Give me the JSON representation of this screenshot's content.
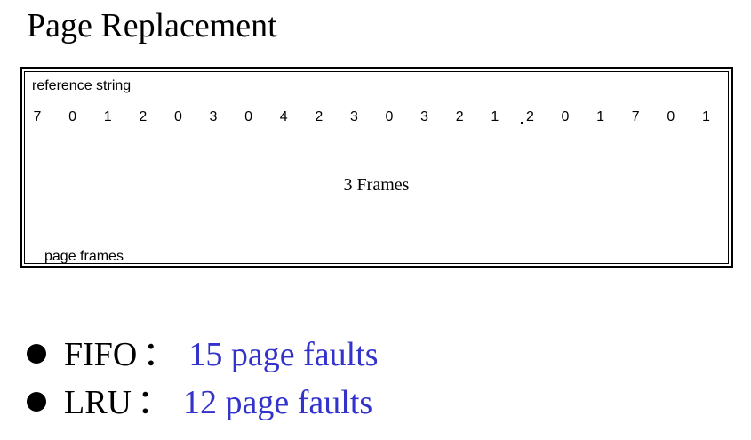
{
  "title": "Page Replacement",
  "diagram": {
    "reference_label": "reference string",
    "reference_string": [
      "7",
      "0",
      "1",
      "2",
      "0",
      "3",
      "0",
      "4",
      "2",
      "3",
      "0",
      "3",
      "2",
      "1",
      "2",
      "0",
      "1",
      "7",
      "0",
      "1"
    ],
    "frames_label": "3 Frames",
    "page_frames_label": "page frames"
  },
  "results": [
    {
      "algorithm": "FIFO",
      "colon": "：",
      "faults": "15 page faults"
    },
    {
      "algorithm": "LRU",
      "colon": "：",
      "faults": "12 page faults"
    }
  ],
  "colors": {
    "faults_text": "#3333cc",
    "text": "#000000",
    "background": "#ffffff"
  }
}
